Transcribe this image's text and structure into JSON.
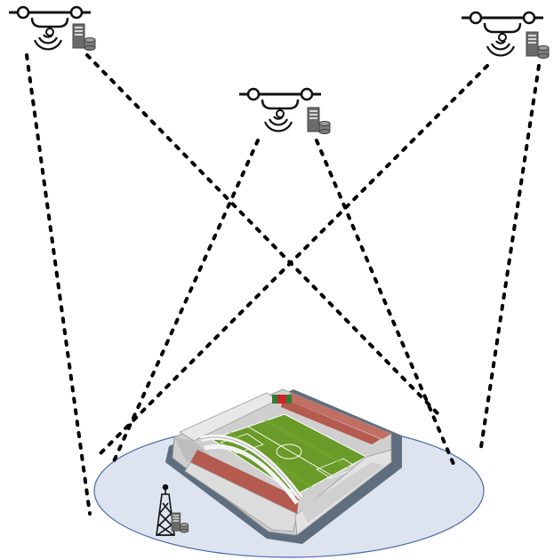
{
  "scene": {
    "background": "#ffffff",
    "ground_fill": "#dde3ef",
    "ground_stroke": "#4b6aa8",
    "link_color": "#000000",
    "pitch_color": "#6a9a28",
    "roof_color": "#8b8b8b",
    "stand_color": "#b55a4f"
  },
  "drones": [
    {
      "id": "drone-left",
      "icon": "drone-icon",
      "server_icon": "server-icon"
    },
    {
      "id": "drone-center",
      "icon": "drone-icon",
      "server_icon": "server-icon"
    },
    {
      "id": "drone-right",
      "icon": "drone-icon",
      "server_icon": "server-icon"
    }
  ],
  "ground_station": {
    "icon": "cell-tower-icon",
    "server_icon": "server-icon"
  },
  "venue": {
    "icon": "stadium-icon"
  }
}
